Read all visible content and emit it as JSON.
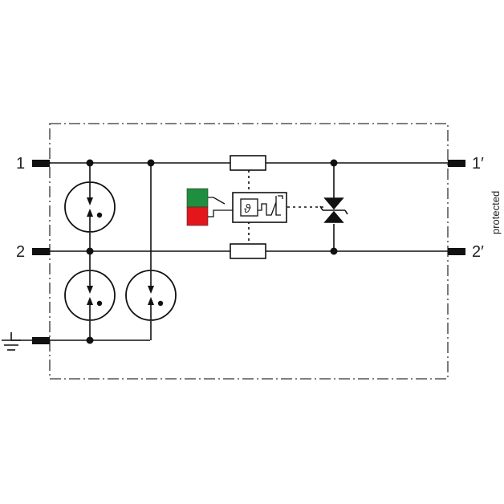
{
  "terminals": {
    "left_top": "1",
    "left_mid": "2",
    "right_top": "1′",
    "right_mid": "2′"
  },
  "side_label": "protected",
  "indicator": {
    "ok_color": "#1e8f3e",
    "fault_color": "#e3161b"
  },
  "thermal_symbol": "ϑ",
  "icons": {
    "ground": "ground-icon",
    "gas_discharge_tube": "gas-discharge-tube-icon",
    "tvs_diode": "bidirectional-tvs-diode-icon",
    "resistor": "resistor-icon"
  }
}
